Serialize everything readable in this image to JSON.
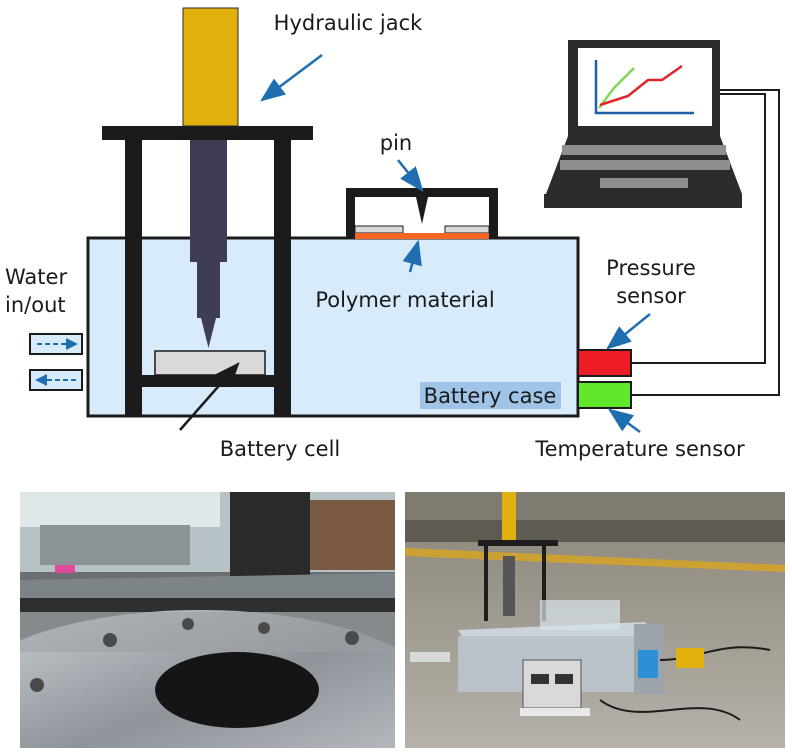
{
  "labels": {
    "hydraulic_jack": "Hydraulic jack",
    "pin": "pin",
    "water_line1": "Water",
    "water_line2": "in/out",
    "pressure_line1": "Pressure",
    "pressure_line2": "sensor",
    "polymer_material": "Polymer material",
    "battery_case": "Battery case",
    "battery_cell": "Battery cell",
    "temperature_sensor": "Temperature sensor"
  },
  "colors": {
    "jack_gold": "#e2b00c",
    "frame_black": "#1b1b1b",
    "case_fill": "#d8ebfa",
    "piston_dark": "#3f3d55",
    "polymer_orange": "#f26522",
    "arrow_blue": "#1f6fb0",
    "pressure_red": "#ee1c24",
    "temperature_green": "#62e62a",
    "cell_gray": "#d9d9d9",
    "laptop_body": "#2b2b2b",
    "plot_green": "#7ed957",
    "plot_red": "#e0242c",
    "plot_axis": "#1f5fa8",
    "highlight_blue": "#9fc4e8"
  },
  "photos": {
    "left": "lab-setup-photo",
    "right": "field-setup-photo"
  }
}
